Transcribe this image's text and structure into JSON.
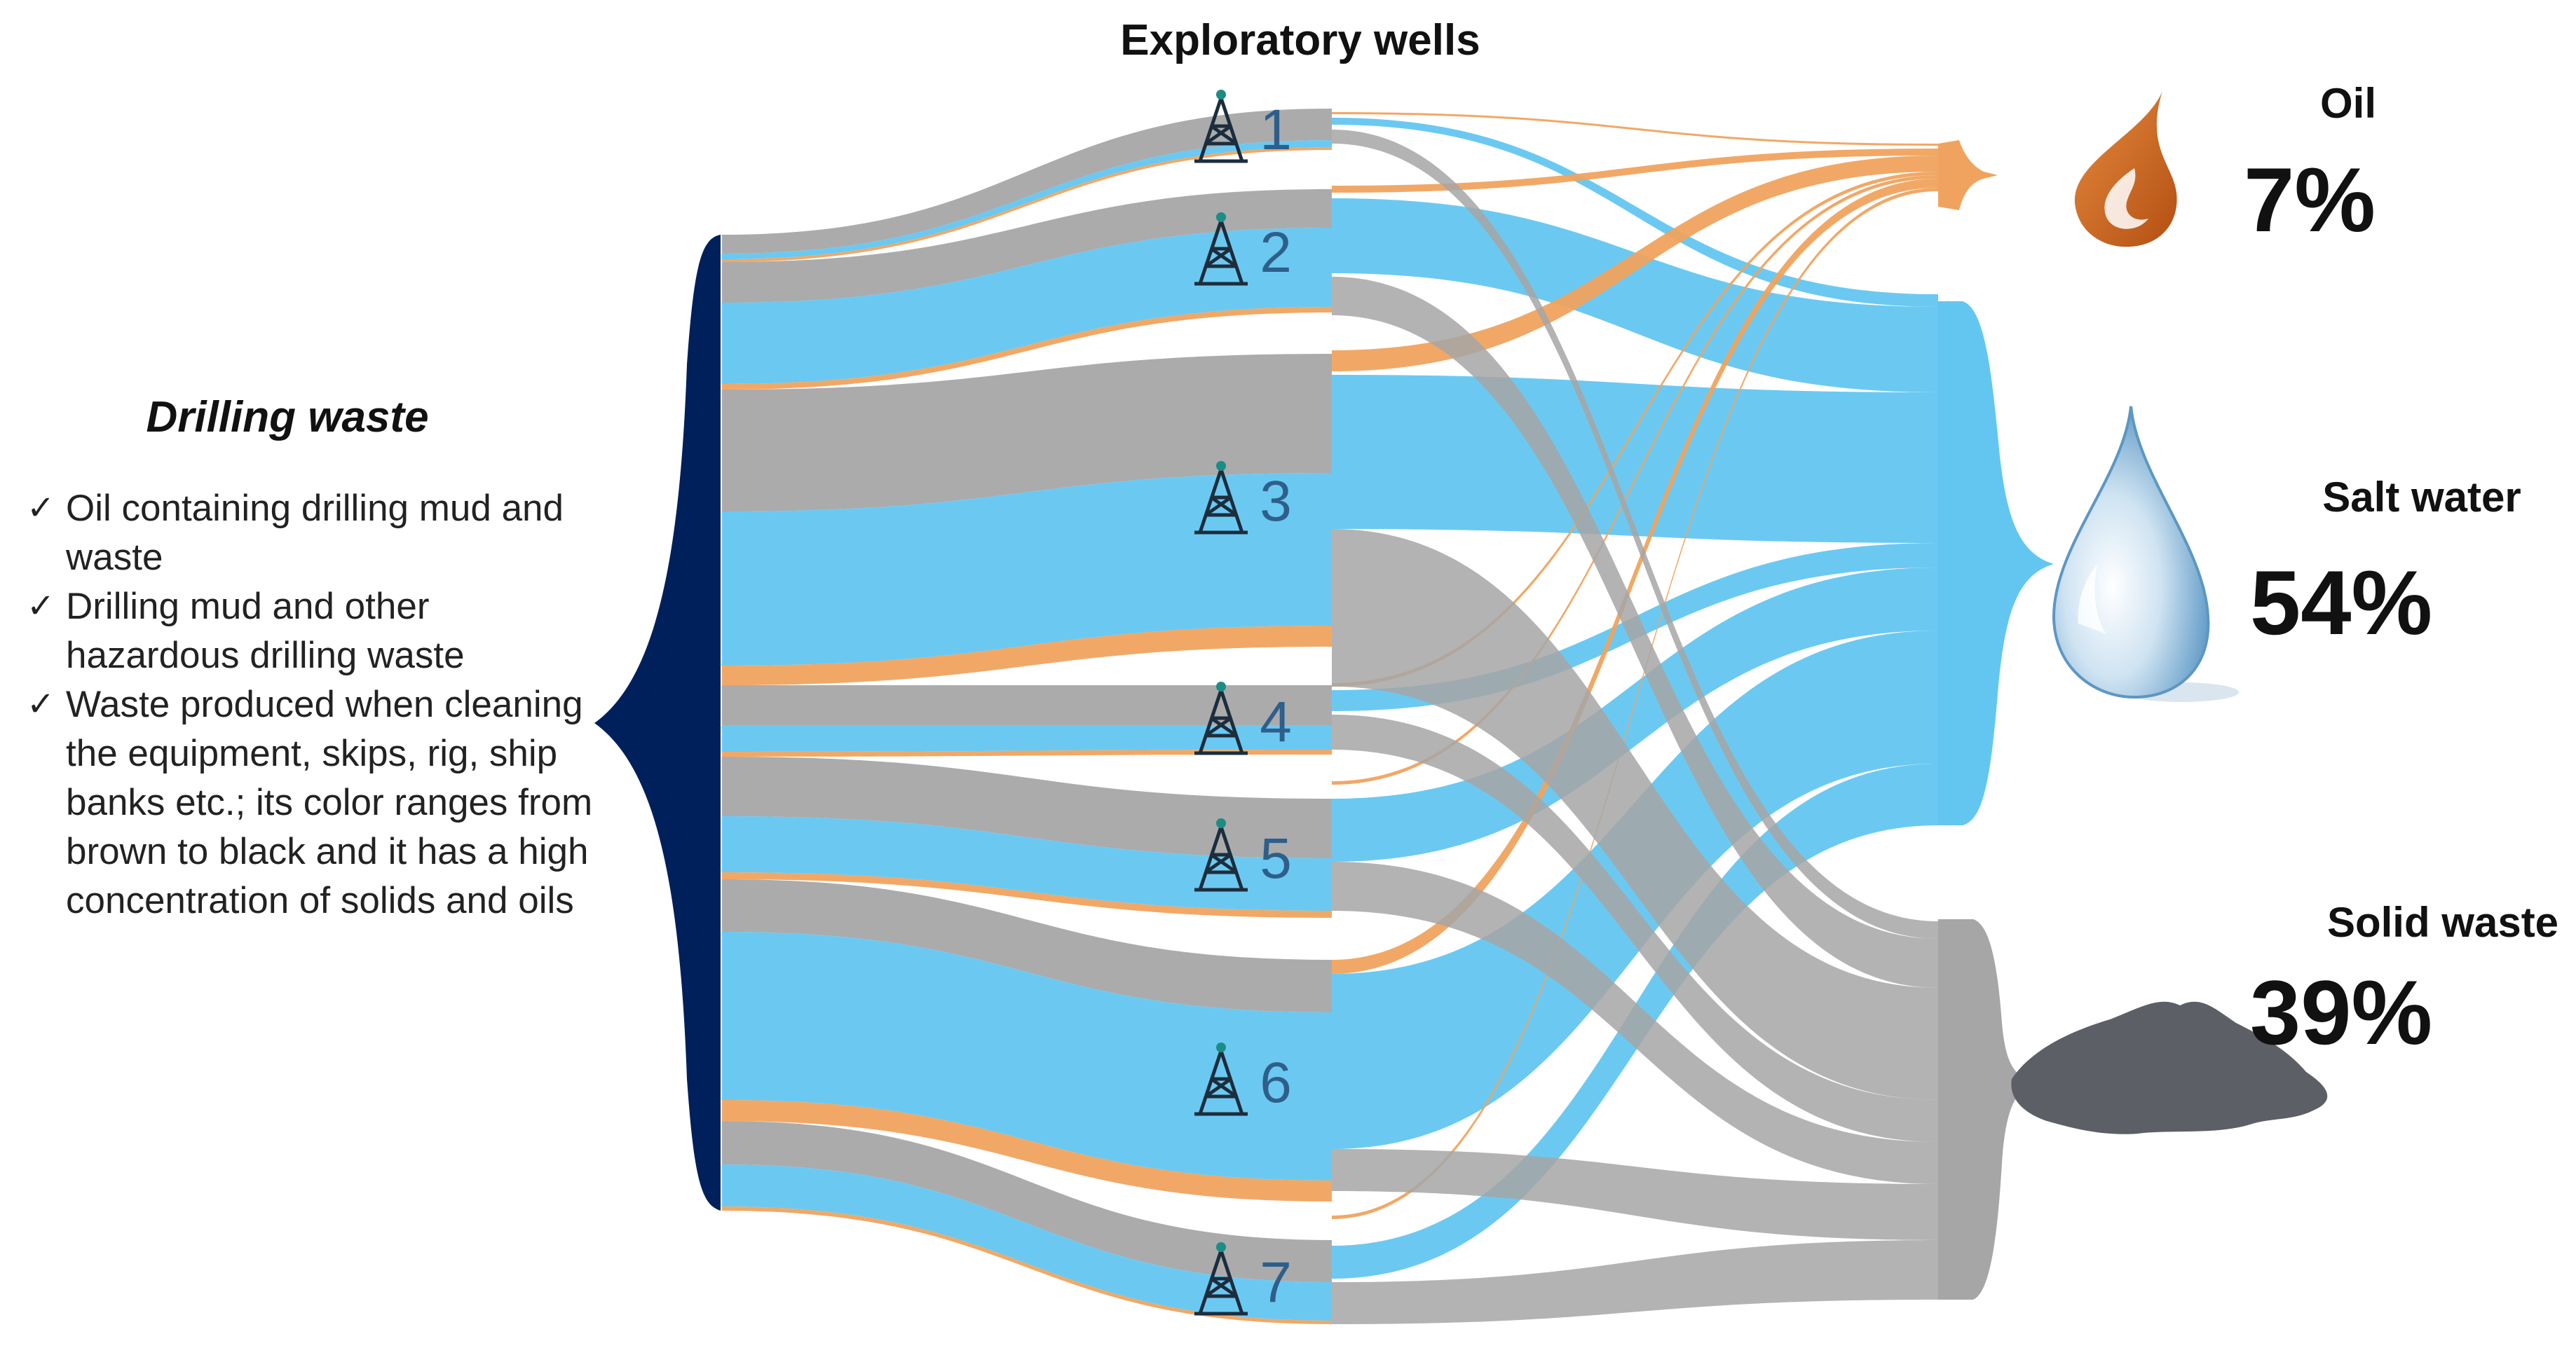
{
  "header": {
    "title": "Exploratory wells"
  },
  "source": {
    "title": "Drilling waste",
    "items": [
      "Oil containing drilling mud and waste",
      "Drilling mud and other hazardous drilling waste",
      "Waste produced when cleaning the equipment, skips, rig, ship banks etc.; its color ranges from brown to black and it has a high concentration of solids and oils"
    ]
  },
  "wells": [
    "1",
    "2",
    "3",
    "4",
    "5",
    "6",
    "7"
  ],
  "outputs": [
    {
      "key": "oil",
      "label": "Oil",
      "percent": "7%",
      "color": "#f0a35e"
    },
    {
      "key": "salt_water",
      "label": "Salt water",
      "percent": "54%",
      "color": "#63c6f0"
    },
    {
      "key": "solid_waste",
      "label": "Solid waste",
      "percent": "39%",
      "color": "#a6a6a6"
    }
  ],
  "colors": {
    "source_bar": "#00205b",
    "oil": "#f0a35e",
    "water": "#63c6f0",
    "solid": "#a6a6a6",
    "well_number": "#2e5f8a"
  },
  "icons": {
    "well": "oil-derrick-icon",
    "oil": "flame-drop-icon",
    "water": "water-drop-icon",
    "solid": "solid-waste-pile-icon"
  }
}
